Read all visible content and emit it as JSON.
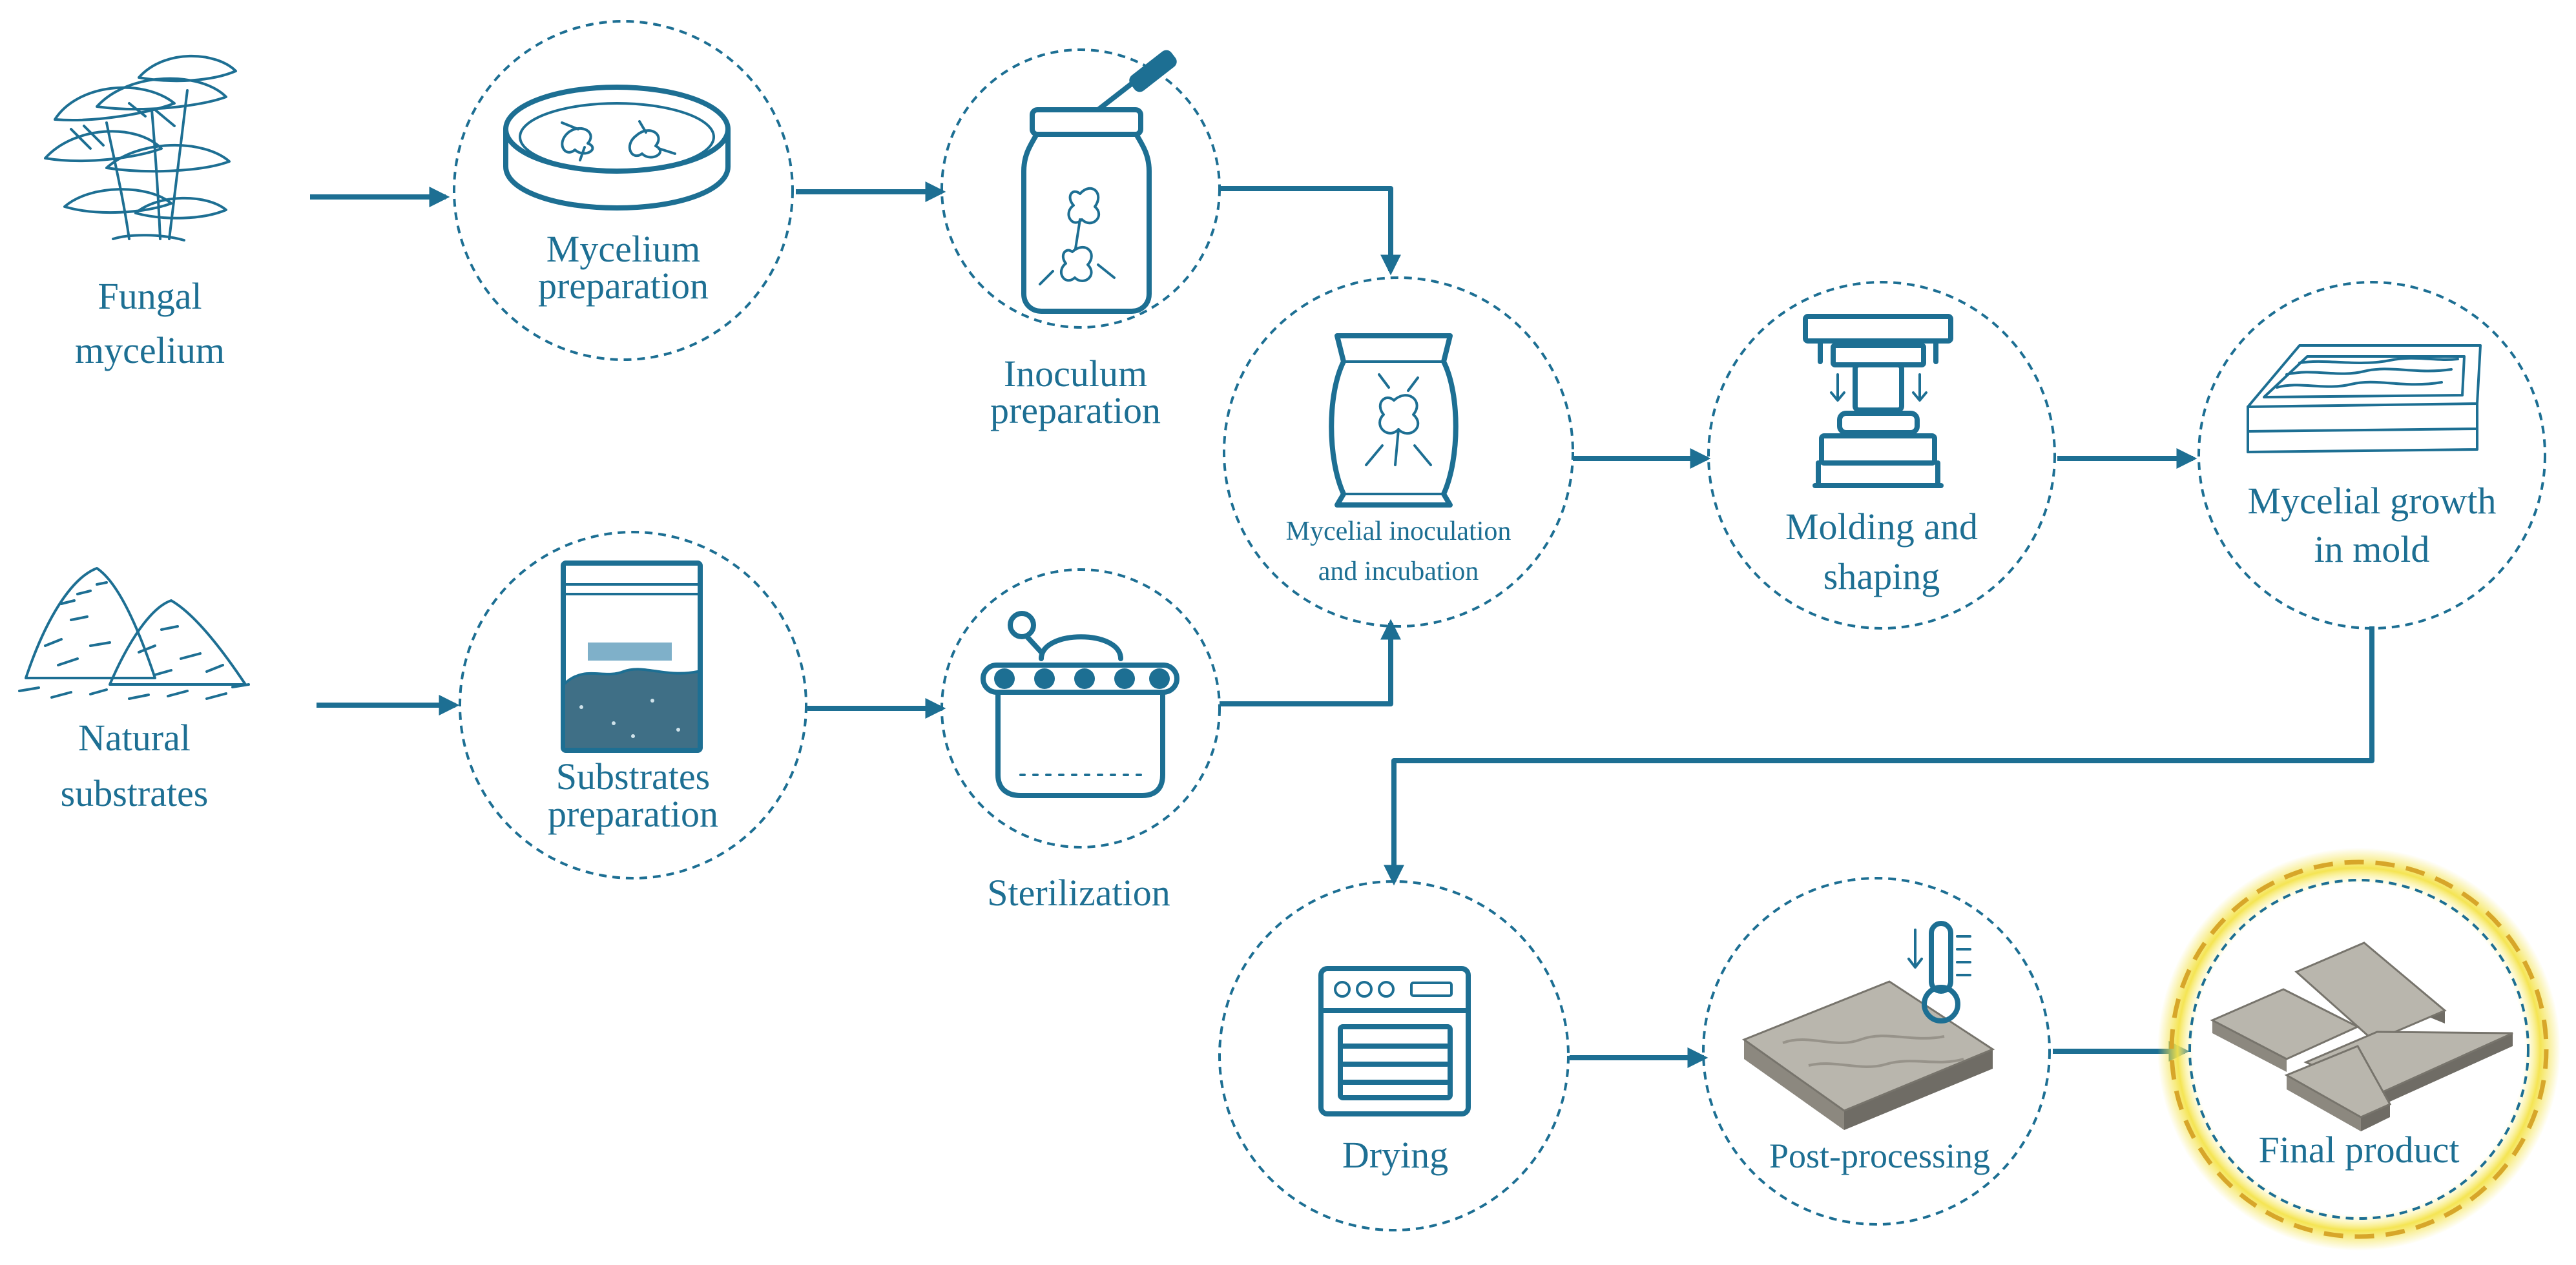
{
  "diagram": {
    "inputs": {
      "fungal_line1": "Fungal",
      "fungal_line2": "mycelium",
      "natural_line1": "Natural",
      "natural_line2": "substrates"
    },
    "steps": {
      "mycelium_prep_line1": "Mycelium",
      "mycelium_prep_line2": "preparation",
      "inoculum_line1": "Inoculum",
      "inoculum_line2": "preparation",
      "substrates_prep_line1": "Substrates",
      "substrates_prep_line2": "preparation",
      "sterilization": "Sterilization",
      "inoculation_line1": "Mycelial inoculation",
      "inoculation_line2": "and incubation",
      "molding_line1": "Molding and",
      "molding_line2": "shaping",
      "growth_line1": "Mycelial growth",
      "growth_line2": "in mold",
      "drying": "Drying",
      "post_processing": "Post-processing",
      "final_product": "Final product"
    },
    "colors": {
      "primary": "#1d6f93",
      "highlight_glow": "#f4e34a",
      "highlight_dash": "#d7a62a"
    },
    "icons": [
      "mushroom-icon",
      "substrate-pile-icon",
      "petri-dish-icon",
      "jar-pipette-icon",
      "container-icon",
      "autoclave-icon",
      "grow-bag-icon",
      "press-icon",
      "mold-tray-icon",
      "oven-icon",
      "tile-thermometer-icon",
      "tiles-icon"
    ]
  }
}
